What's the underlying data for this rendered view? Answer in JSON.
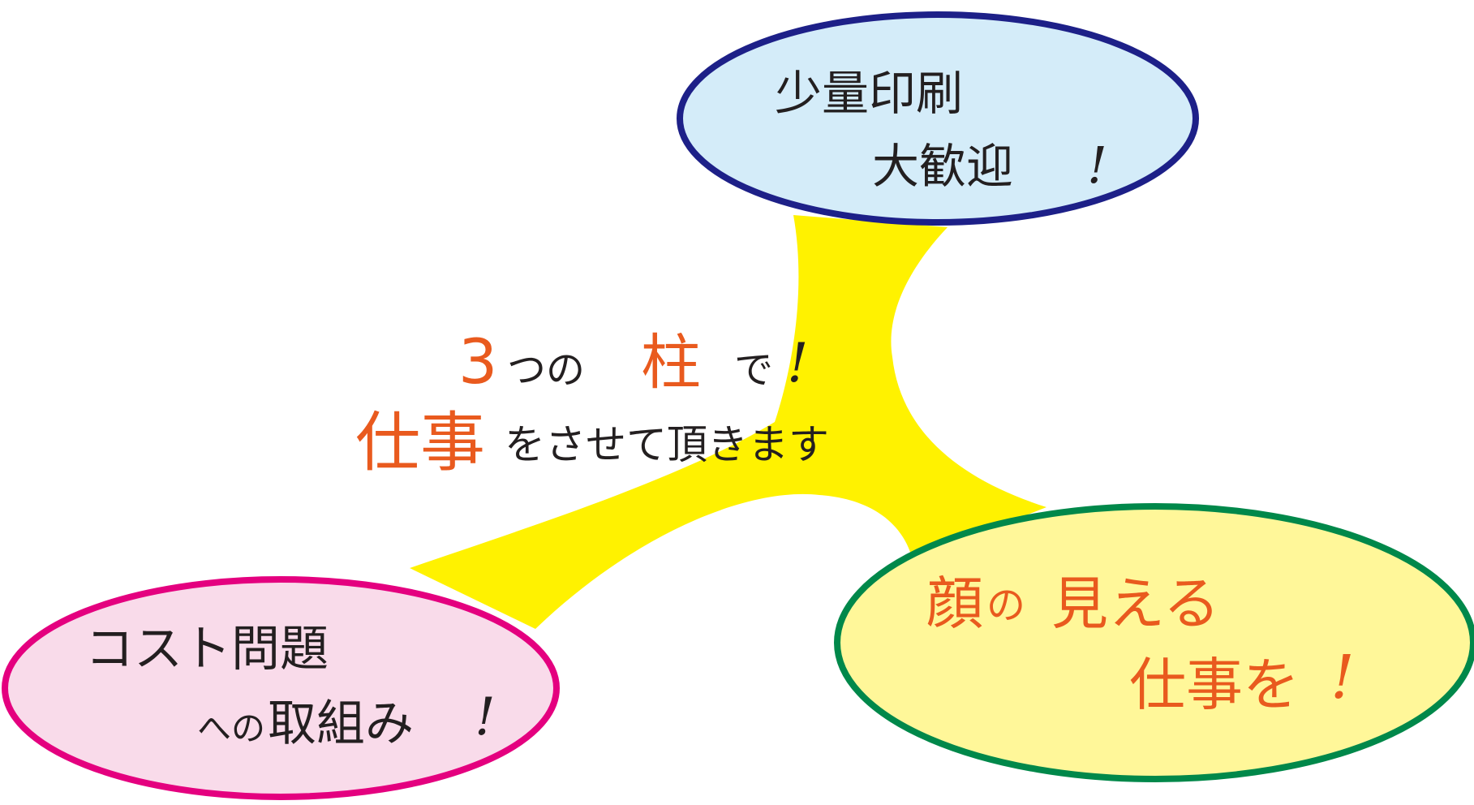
{
  "center": {
    "line1": {
      "number": "3",
      "tsu_no": "つの",
      "pillar": "柱",
      "de": "で",
      "exclaim": "!"
    },
    "line2": {
      "shigoto": "仕事",
      "rest": "をさせて頂きます"
    }
  },
  "nodes": {
    "top": {
      "line1": "少量印刷",
      "line2": "大歓迎",
      "exclaim": "!"
    },
    "left": {
      "line1": "コスト問題",
      "line2_small": "への",
      "line2_main": "取組み",
      "exclaim": "!"
    },
    "right": {
      "line1_a": "顔",
      "line1_b": "の",
      "line1_c": "見える",
      "line2": "仕事を",
      "exclaim": "!"
    }
  },
  "colors": {
    "connector": "#fff200",
    "top_fill": "#d4ecf9",
    "top_stroke": "#1d2088",
    "left_fill": "#f9dbea",
    "left_stroke": "#e4007f",
    "right_fill": "#fff799",
    "right_stroke": "#00884a",
    "text_dark": "#231f20",
    "text_accent": "#e95a1e"
  }
}
